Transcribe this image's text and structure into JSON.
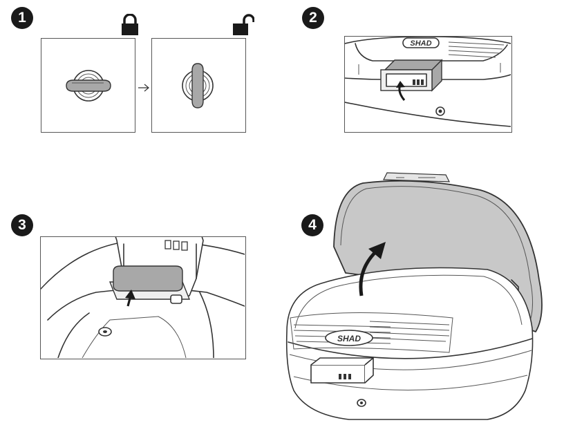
{
  "steps": [
    {
      "number": "1"
    },
    {
      "number": "2"
    },
    {
      "number": "3"
    },
    {
      "number": "4"
    }
  ],
  "icons": {
    "locked": "padlock-closed-icon",
    "unlocked": "padlock-open-icon",
    "transition": "arrow-right-icon",
    "lift": "curved-arrow-up-icon"
  },
  "brand": {
    "logo_text": "SHAD"
  },
  "colors": {
    "badge": "#1a1a1a",
    "outline": "#333333",
    "handle_shade": "#a8a8a8",
    "lid_interior": "#c8c8c8"
  }
}
